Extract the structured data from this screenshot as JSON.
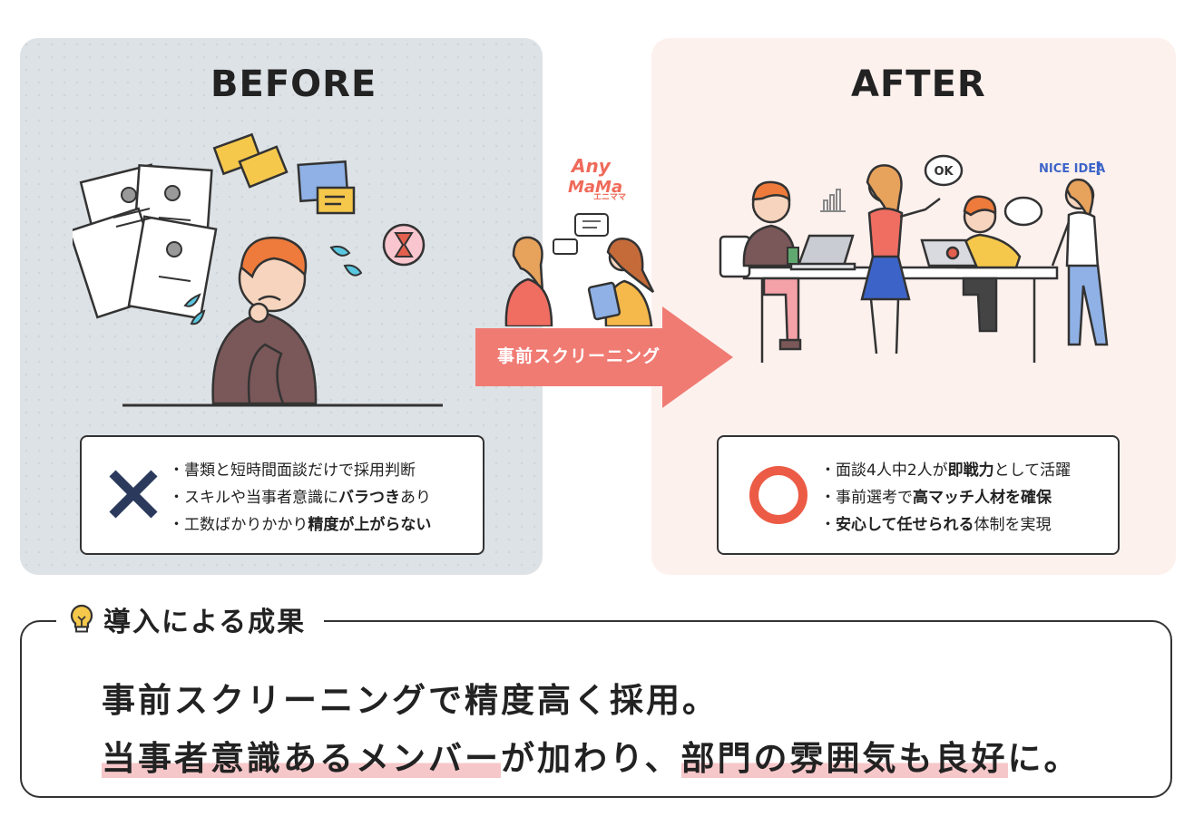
{
  "before": {
    "title": "BEFORE",
    "points": [
      {
        "text": "・書類と短時間面談だけで採用判断"
      },
      {
        "pre": "・スキルや当事者意識に",
        "bold": "バラつき",
        "post": "あり"
      },
      {
        "pre": "・工数ばかりかかり",
        "bold": "精度が上がらない",
        "post": ""
      }
    ]
  },
  "after": {
    "title": "AFTER",
    "points": [
      {
        "pre": "・面談4人中2人が",
        "bold": "即戦力",
        "post": "として活躍"
      },
      {
        "pre": "・事前選考で",
        "bold": "高マッチ人材を確保",
        "post": ""
      },
      {
        "pre": "・",
        "bold": "安心して任せられる",
        "post": "体制を実現"
      }
    ],
    "bubble_ok": "OK",
    "nice_idea": "NICE IDEA"
  },
  "middle": {
    "arrow_label": "事前スクリーニング",
    "logo_top": "Any",
    "logo_mid": "MaMa",
    "logo_kana": "エニママ"
  },
  "result": {
    "title": "導入による成果",
    "line1": "事前スクリーニングで精度高く採用。",
    "line2": {
      "hl1": "当事者意識あるメンバー",
      "mid": "が加わり、",
      "hl2": "部門の雰囲気も良好",
      "end": "に。"
    }
  },
  "colors": {
    "before_bg": "#dde2e6",
    "after_bg": "#fdf1ee",
    "arrow": "#f07b73",
    "circle": "#ec5b45",
    "cross": "#2b3a5c",
    "highlight": "#f6c7c9"
  },
  "icons": [
    "bulb-icon",
    "cross-icon",
    "circle-icon",
    "arrow-icon",
    "hourglass-icon",
    "envelope-icon",
    "chart-icon"
  ]
}
